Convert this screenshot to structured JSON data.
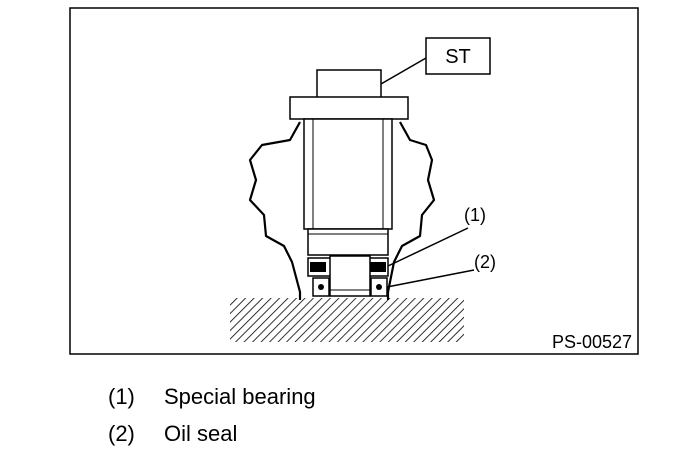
{
  "figure": {
    "tool_label": "ST",
    "figure_code": "PS-00527",
    "callouts": [
      "(1)",
      "(2)"
    ]
  },
  "legend": [
    {
      "number": "(1)",
      "text": "Special bearing"
    },
    {
      "number": "(2)",
      "text": "Oil seal"
    }
  ]
}
